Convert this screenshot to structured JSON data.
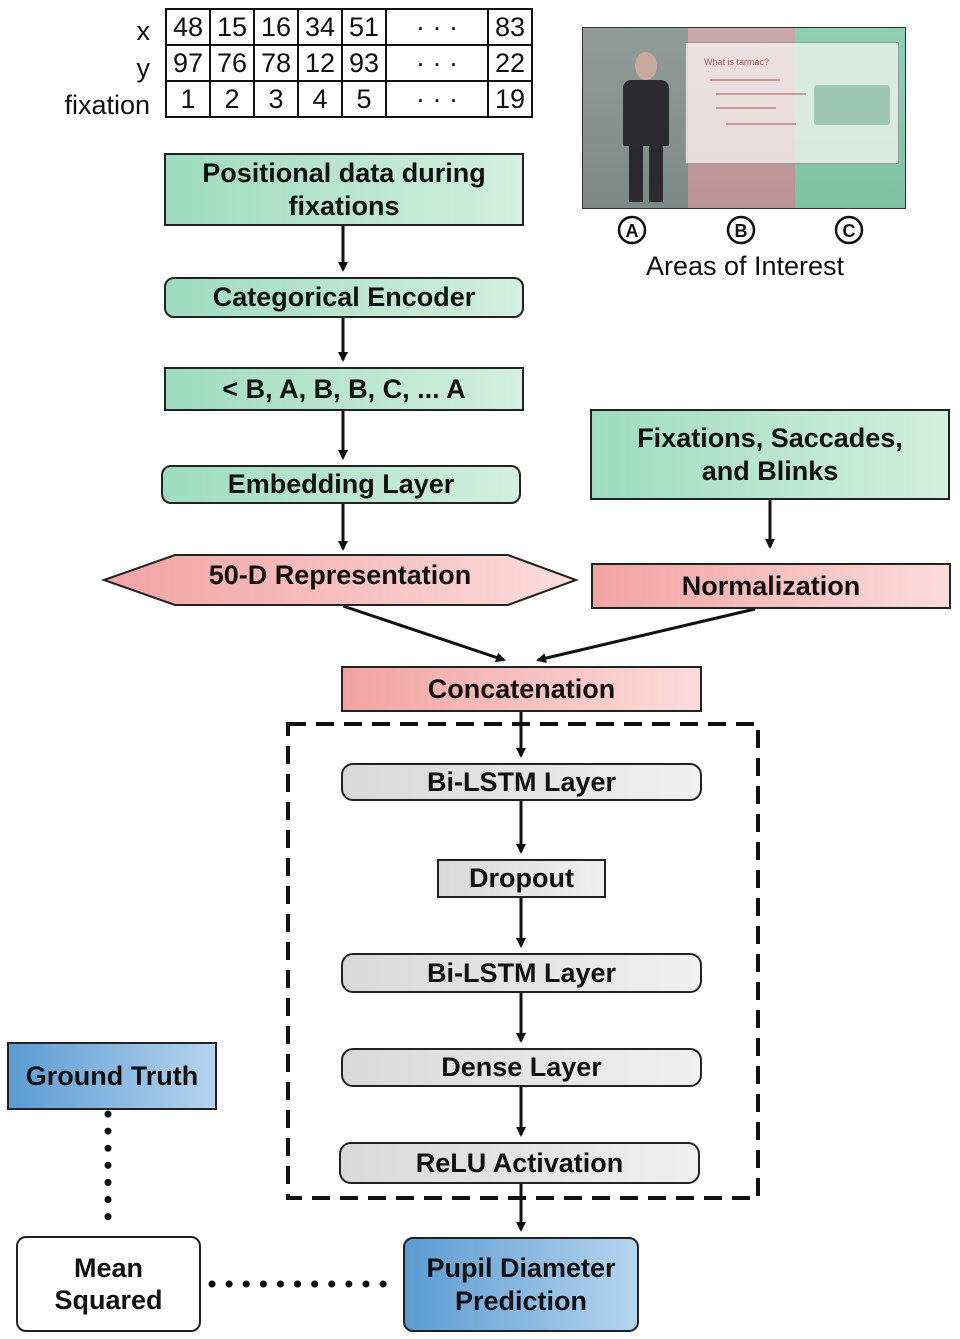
{
  "table": {
    "row_labels": [
      "x",
      "y",
      "fixation"
    ],
    "rows": [
      [
        "48",
        "15",
        "16",
        "34",
        "51",
        "· · ·",
        "83"
      ],
      [
        "97",
        "76",
        "78",
        "12",
        "93",
        "· · ·",
        "22"
      ],
      [
        "1",
        "2",
        "3",
        "4",
        "5",
        "· · ·",
        "19"
      ]
    ]
  },
  "aoi": {
    "slide_title": "What is tarmac?",
    "markers": [
      "A",
      "B",
      "C"
    ],
    "caption": "Areas of Interest"
  },
  "nodes": {
    "positional": "Positional data during fixations",
    "encoder": "Categorical Encoder",
    "sequence": "< B, A, B, B, C, ... A",
    "embedding": "Embedding Layer",
    "representation": "50-D Representation",
    "fsb": "Fixations, Saccades, and Blinks",
    "normalization": "Normalization",
    "concatenation": "Concatenation",
    "bilstm1": "Bi-LSTM Layer",
    "dropout": "Dropout",
    "bilstm2": "Bi-LSTM Layer",
    "dense": "Dense Layer",
    "relu": "ReLU Activation",
    "ground_truth": "Ground Truth",
    "mse": "Mean Squared",
    "prediction": "Pupil Diameter Prediction"
  },
  "colors": {
    "green": "#9fdcbf",
    "red": "#f1a3a2",
    "gray": "#d9d9d9",
    "blue": "#5c9bd1"
  }
}
